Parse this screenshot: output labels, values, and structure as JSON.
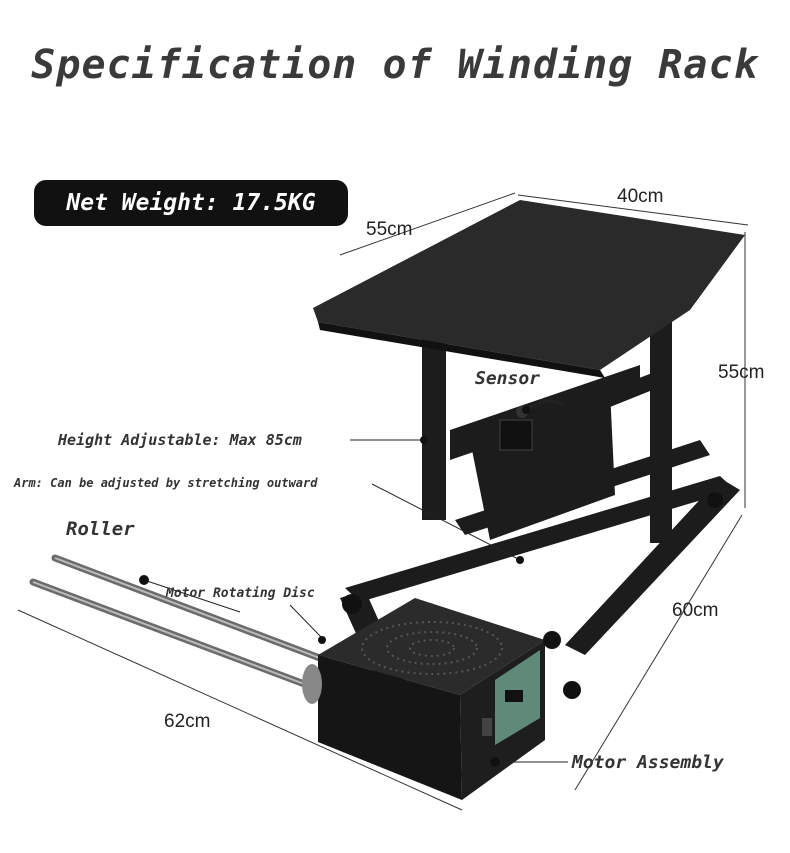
{
  "title": "Specification of Winding Rack",
  "net_weight": "Net Weight: 17.5KG",
  "labels": {
    "sensor": "Sensor",
    "height": "Height Adjustable: Max 85cm",
    "arm": "Arm: Can be adjusted by stretching outward",
    "roller": "Roller",
    "disc": "Motor Rotating Disc",
    "motor": "Motor Assembly"
  },
  "dimensions": {
    "top_width": "40cm",
    "top_depth": "55cm",
    "height": "55cm",
    "base_depth": "60cm",
    "arm_length": "62cm"
  }
}
